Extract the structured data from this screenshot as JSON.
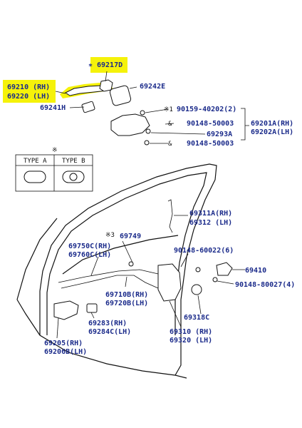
{
  "colors": {
    "highlight": "#f5f20a",
    "label": "#1a2a8a",
    "line": "#111111"
  },
  "labels": {
    "l69217D": "69217D",
    "star": "*",
    "l69210RH": "69210 (RH)",
    "l69220LH": "69220 (LH)",
    "l69242E": "69242E",
    "l69241H": "69241H",
    "l90159": "90159-40202(2)",
    "l90148_a": "90148-50003",
    "l69293A": "69293A",
    "l90148_b": "90148-50003",
    "l69201A": "69201A(RH)",
    "l69202A": "69202A(LH)",
    "typeA": "TYPE A",
    "typeB": "TYPE B",
    "l69311A": "69311A(RH)",
    "l69312": "69312 (LH)",
    "l69749": "69749",
    "l69750C": "69750C(RH)",
    "l69760C": "69760C(LH)",
    "l90148_60022": "90148-60022(6)",
    "l69410": "69410",
    "l90148_80027": "90148-80027(4)",
    "l69710B": "69710B(RH)",
    "l69720B": "69720B(LH)",
    "l69318C": "69318C",
    "l69283": "69283(RH)",
    "l69284C": "69284C(LH)",
    "l69205": "69205(RH)",
    "l69206B": "69206B(LH)",
    "l69310": "69310 (RH)",
    "l69320": "69320 (LH)"
  }
}
